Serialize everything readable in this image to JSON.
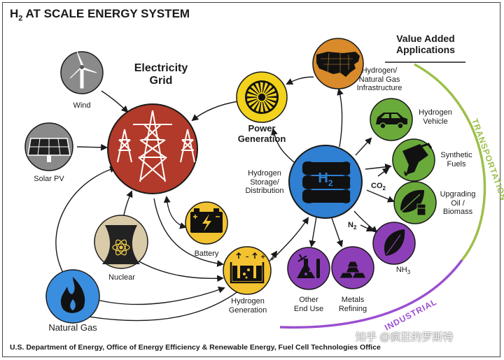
{
  "title": {
    "prefix": "H",
    "sub": "2",
    "rest": " AT SCALE ENERGY SYSTEM"
  },
  "sources": {
    "wind": "Wind",
    "solar": "Solar PV",
    "nuclear": "Nuclear",
    "natural_gas": "Natural Gas"
  },
  "grid": {
    "line1": "Electricity",
    "line2": "Grid"
  },
  "power_generation": {
    "line1": "Power",
    "line2": "Generation"
  },
  "battery": "Battery",
  "hydrogen_generation": {
    "line1": "Hydrogen",
    "line2": "Generation"
  },
  "storage": {
    "line1": "Hydrogen",
    "line2": "Storage/",
    "line3": "Distribution"
  },
  "hub_symbol": {
    "main": "H",
    "sub": "2"
  },
  "value_added": {
    "line1": "Value Added",
    "line2": "Applications"
  },
  "applications": {
    "infrastructure": {
      "line1": "Hydrogen/",
      "line2": "Natural Gas",
      "line3": "Infrastructure"
    },
    "vehicle": {
      "line1": "Hydrogen",
      "line2": "Vehicle"
    },
    "synthetic_fuels": {
      "line1": "Synthetic",
      "line2": "Fuels"
    },
    "upgrading": {
      "line1": "Upgrading",
      "line2": "Oil /",
      "line3": "Biomass"
    },
    "ammonia": {
      "main": "NH",
      "sub": "3"
    },
    "metals": {
      "line1": "Metals",
      "line2": "Refining"
    },
    "other": {
      "line1": "Other",
      "line2": "End Use"
    }
  },
  "inputs": {
    "co2": {
      "main": "CO",
      "sub": "2"
    },
    "n2": {
      "main": "N",
      "sub": "2"
    }
  },
  "arc_labels": {
    "transportation": "TRANSPORTATION",
    "industrial": "INDUSTRIAL"
  },
  "footer": "U.S. Department of Energy, Office of Energy Efficiency & Renewable Energy, Fuel Cell Technologies Office",
  "watermark": "知乎 @疯狂的罗斯特",
  "colors": {
    "grid": "#b23a2a",
    "power": "#f2d21b",
    "battery": "#f2c230",
    "h2_generation": "#f2c230",
    "storage": "#2f7fd2",
    "wind": "#8a8a8a",
    "solar": "#8a8a8a",
    "nuclear": "#d9cba8",
    "natural_gas": "#3a8ee0",
    "infrastructure": "#d98a2b",
    "transport_green": "#6aaa3a",
    "industrial_purple": "#8d3fb8",
    "transport_arc": "#9cc04a",
    "industrial_arc": "#9b4fd0"
  }
}
